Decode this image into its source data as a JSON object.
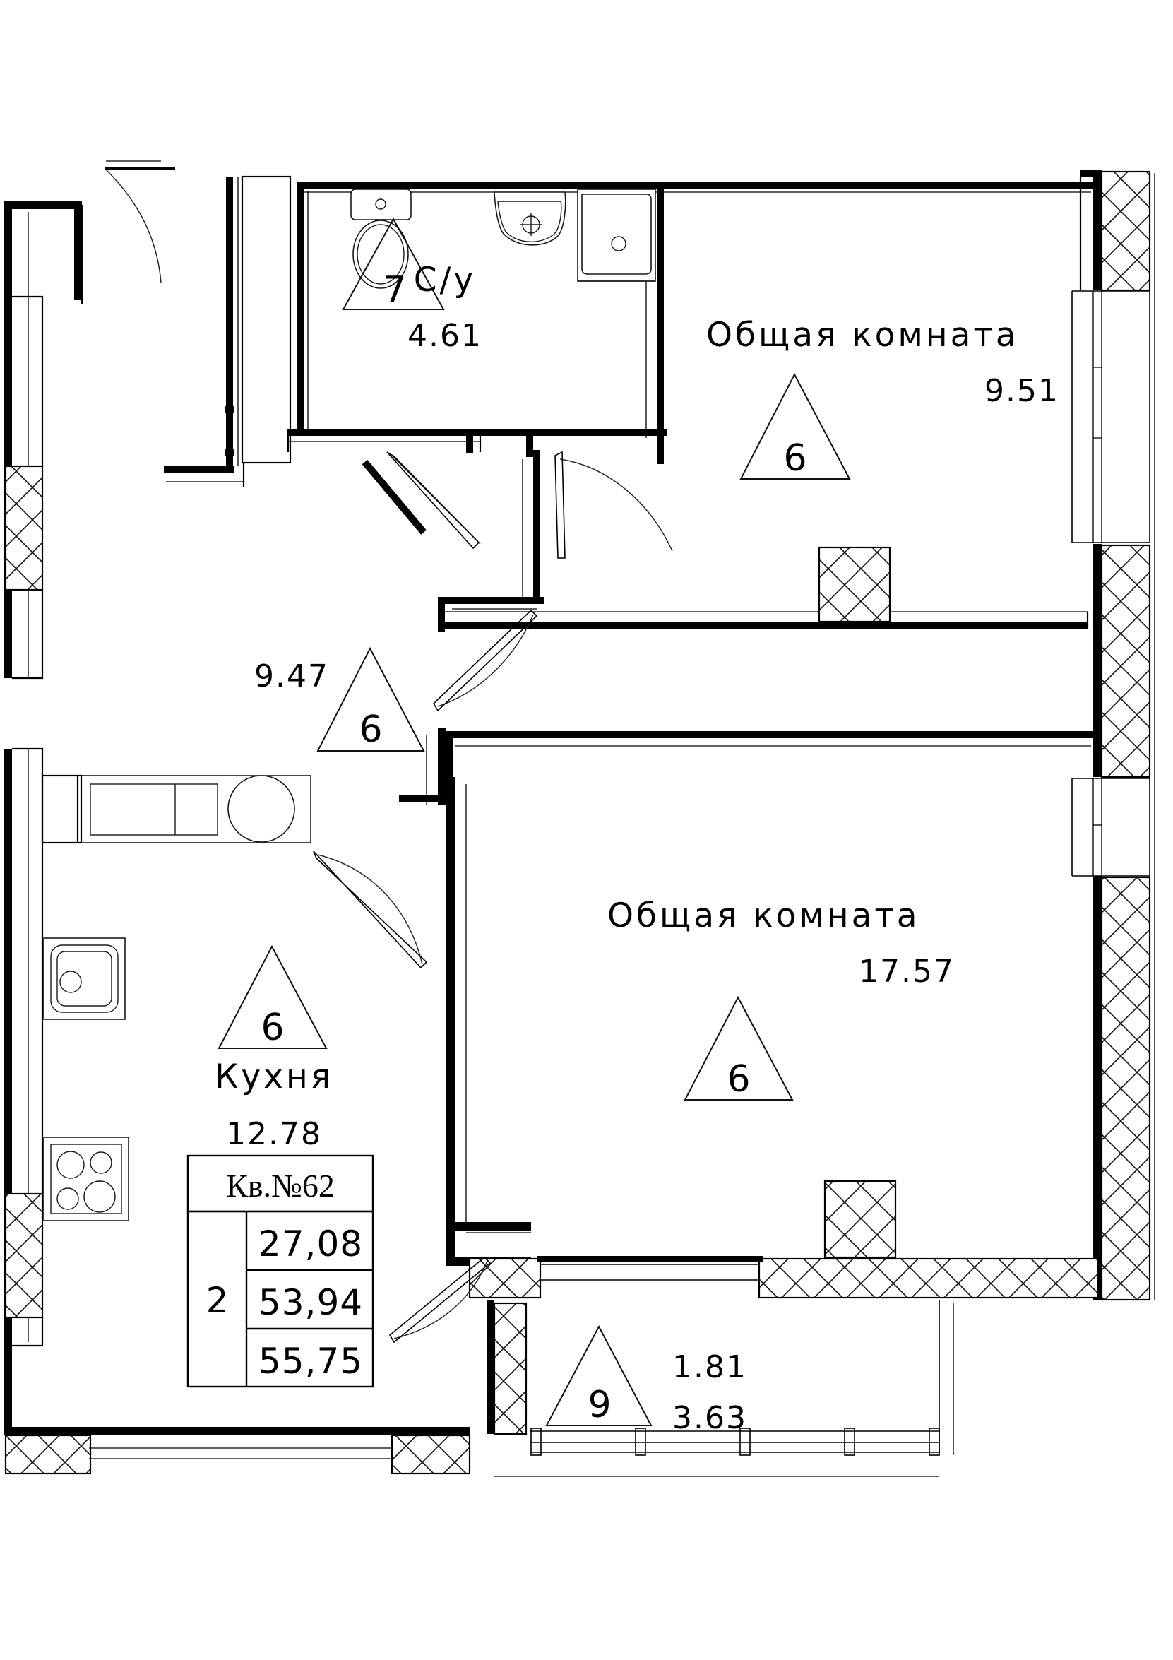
{
  "document": {
    "type": "apartment-floor-plan",
    "language": "ru",
    "line_color": "#000000",
    "background_color": "#ffffff"
  },
  "rooms": [
    {
      "id": "bathroom",
      "name": "С/у",
      "area": "4.61",
      "marker": "7",
      "fixtures": [
        "toilet",
        "washbasin",
        "bathtub"
      ]
    },
    {
      "id": "living-room-top",
      "name": "Общая комната",
      "area": "9.51",
      "marker": "6",
      "fixtures": []
    },
    {
      "id": "hall",
      "name": "",
      "area": "9.47",
      "marker": "6",
      "fixtures": []
    },
    {
      "id": "kitchen",
      "name": "Кухня",
      "area": "12.78",
      "marker": "6",
      "fixtures": [
        "sink",
        "stove",
        "counter"
      ]
    },
    {
      "id": "living-room-main",
      "name": "Общая комната",
      "area": "17.57",
      "marker": "6",
      "fixtures": []
    },
    {
      "id": "balcony",
      "name": "",
      "area_primary": "1.81",
      "area_secondary": "3.63",
      "marker": "9",
      "fixtures": [
        "railing"
      ]
    }
  ],
  "apartment_table": {
    "title": "Кв.№62",
    "rooms_count": "2",
    "values": [
      "27,08",
      "53,94",
      "55,75"
    ]
  },
  "labels": {
    "bathroom_name": "С/у",
    "bathroom_area": "4.61",
    "bathroom_marker": "7",
    "top_room_name": "Общая комната",
    "top_room_area": "9.51",
    "top_room_marker": "6",
    "hall_area": "9.47",
    "hall_marker": "6",
    "kitchen_marker": "6",
    "kitchen_name": "Кухня",
    "kitchen_area": "12.78",
    "main_room_name": "Общая комната",
    "main_room_area": "17.57",
    "main_room_marker": "6",
    "balcony_marker": "9",
    "balcony_area_1": "1.81",
    "balcony_area_2": "3.63"
  }
}
